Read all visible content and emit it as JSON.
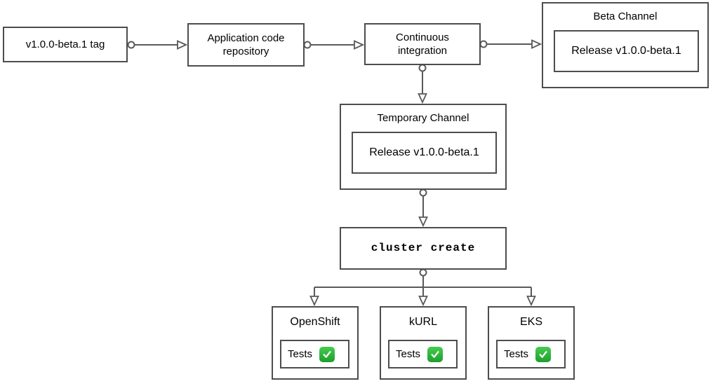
{
  "diagram": {
    "title_semantic": "release-pipeline-flowchart",
    "colors": {
      "node_border": "#4d4d4d",
      "connector": "#595959",
      "text": "#000000",
      "check_green": "#2eb33c",
      "check_mark": "#ffffff",
      "background": "#ffffff"
    },
    "nodes": {
      "tag": {
        "label": "v1.0.0-beta.1 tag"
      },
      "app_repo": {
        "line1": "Application code",
        "line2": "repository"
      },
      "ci": {
        "line1": "Continuous",
        "line2": "integration"
      },
      "beta_channel": {
        "title": "Beta Channel",
        "release": "Release v1.0.0-beta.1"
      },
      "temp_channel": {
        "title": "Temporary Channel",
        "release": "Release v1.0.0-beta.1"
      },
      "cluster_create": {
        "label": "cluster create"
      },
      "clusters": [
        {
          "title": "OpenShift",
          "tests_label": "Tests",
          "status_icon": "check-mark-green"
        },
        {
          "title": "kURL",
          "tests_label": "Tests",
          "status_icon": "check-mark-green"
        },
        {
          "title": "EKS",
          "tests_label": "Tests",
          "status_icon": "check-mark-green"
        }
      ]
    },
    "connectors": [
      "tag -> app_repo",
      "app_repo -> ci",
      "ci -> beta_channel",
      "ci -> temp_channel",
      "temp_channel -> cluster_create",
      "cluster_create -> openshift",
      "cluster_create -> kurl",
      "cluster_create -> eks"
    ]
  }
}
